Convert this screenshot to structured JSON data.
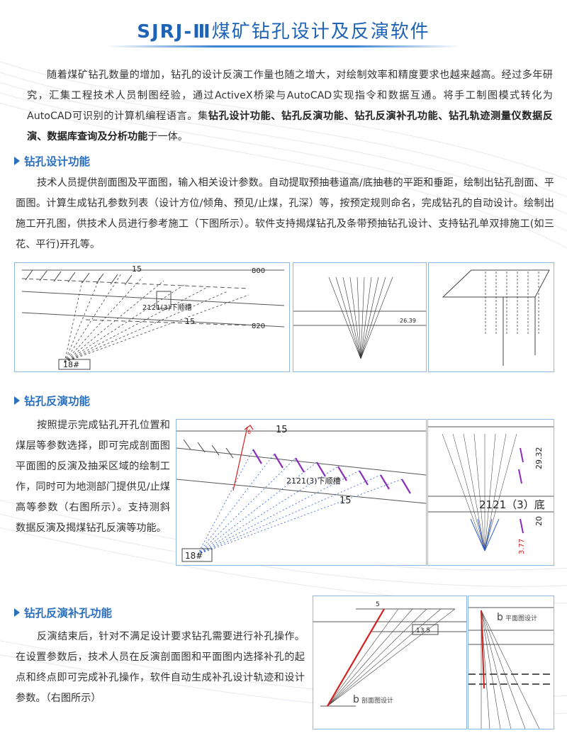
{
  "title": {
    "latin": "SJRJ-Ⅲ",
    "cn": "煤矿钻孔设计及反演软件"
  },
  "intro": {
    "p1": "随着煤矿钻孔数量的增加，钻孔的设计反演工作量也随之增大，对绘制效率和精度要求也越来越高。经过多年研究，汇集工程技术人员制图经验，通过ActiveX桥梁与AutoCAD实现指令和数据互通。将手工制图模式转化为AutoCAD可识别的计算机编程语言。集",
    "bold": "钻孔设计功能、钻孔反演功能、钻孔反演补孔功能、钻孔轨迹测量仪数据反演、数据库查询及分析功能",
    "tail": "于一体。"
  },
  "sections": {
    "design": {
      "heading": "钻孔设计功能",
      "body": "技术人员提供剖面图及平面图，输入相关设计参数。自动提取预抽巷道高/底抽巷的平距和垂距，绘制出钻孔剖面、平面图。计算生成钻孔参数列表（设计方位/倾角、预见/止煤，孔深）等，按预定规则命名，完成钻孔的自动设计。绘制出施工开孔图，供技术人员进行参考施工（下图所示）。软件支持揭煤钻孔及条带预抽钻孔设计、支持钻孔单双排施工(如三花、平行)开孔等。"
    },
    "inverse": {
      "heading": "钻孔反演功能",
      "body": "按照提示完成钻孔开孔位置和煤层等参数选择，即可完成剖面图平面图的反演及抽采区域的绘制工作，同时可为地测部门提供见/止煤高等参数（右图所示）。支持测斜数据反演及揭煤钻孔反演等功能。"
    },
    "supplement": {
      "heading": "钻孔反演补孔功能",
      "body": "反演结束后，针对不满足设计要求钻孔需要进行补孔操作。在设置参数后，技术人员在反演剖面图和平面图内选择补孔的起点和终点即可完成补孔操作，软件自动生成补孔设计轨迹和设计参数。（右图所示）"
    }
  },
  "figure_labels": {
    "f1": {
      "top_dim": "15",
      "top_end": "800",
      "seam": "2121(3)下顺槽",
      "mid_dim": "15",
      "bot_end": "820",
      "site": "18#"
    },
    "f2": {
      "side": "26.39"
    },
    "f4": {
      "top_dim": "15",
      "red_dim": "6",
      "seam": "2121(3)下顺槽",
      "mid_dim": "15",
      "site": "18#"
    },
    "f5": {
      "dim1": "29.32",
      "dim2": "20",
      "dim3": "3.77",
      "seam": "2121（3）底"
    },
    "f6": {
      "top_dim": "5",
      "mid_dim": "13.5",
      "caption": "剖面图设计",
      "logo": "b"
    },
    "f7": {
      "caption": "平面图设计",
      "logo": "b"
    }
  },
  "colors": {
    "accent": "#1f63b4",
    "frame": "#8fb8e0",
    "purple": "#8b2fb8",
    "red": "#d42020",
    "blue": "#3060d0"
  }
}
